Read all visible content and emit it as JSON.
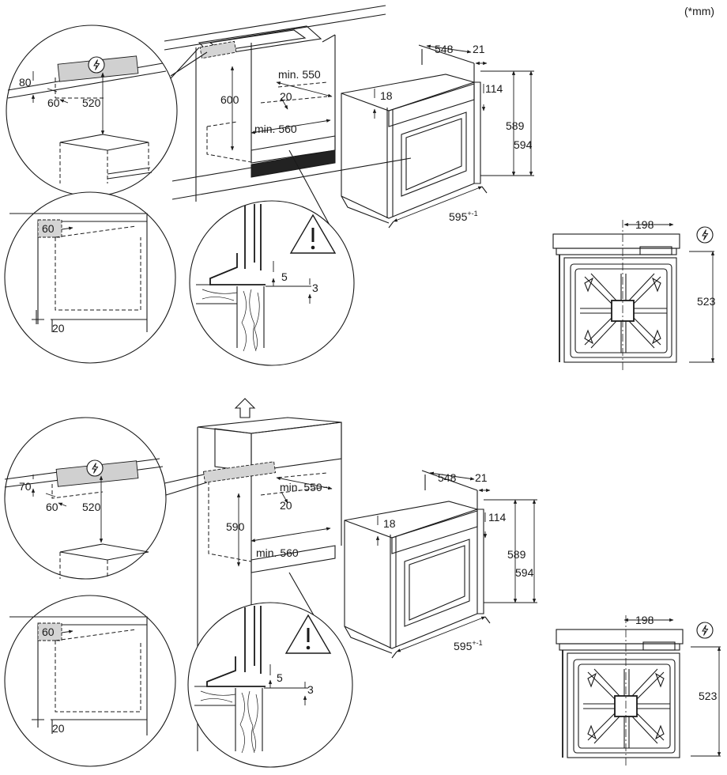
{
  "units_note": "(*mm)",
  "top_installation": {
    "callout_top_left": {
      "height_80": "80",
      "depth_60": "60",
      "height_520": "520"
    },
    "cabinet": {
      "height_600": "600",
      "min_550": "min. 550",
      "gap_20": "20",
      "min_560": "min. 560"
    },
    "oven": {
      "depth_548": "548",
      "door_21": "21",
      "top_18": "18",
      "panel_114": "114",
      "height_589": "589",
      "height_594": "594",
      "width_595": "595",
      "tolerance": "+-1"
    },
    "callout_bottom_left": {
      "label_60": "60",
      "gap_20": "20"
    },
    "callout_detail": {
      "gap_5": "5",
      "gap_3": "3"
    },
    "side_view": {
      "width_198": "198",
      "height_523": "523"
    }
  },
  "bottom_installation": {
    "callout_top_left": {
      "height_70": "70",
      "depth_60": "60",
      "height_520": "520"
    },
    "cabinet": {
      "height_590": "590",
      "min_550": "min. 550",
      "gap_20": "20",
      "min_560": "min. 560"
    },
    "oven": {
      "depth_548": "548",
      "door_21": "21",
      "top_18": "18",
      "panel_114": "114",
      "height_589": "589",
      "height_594": "594",
      "width_595": "595",
      "tolerance": "+-1"
    },
    "callout_bottom_left": {
      "label_60": "60",
      "gap_20": "20"
    },
    "callout_detail": {
      "gap_5": "5",
      "gap_3": "3"
    },
    "side_view": {
      "width_198": "198",
      "height_523": "523"
    }
  },
  "icons": [
    "electric-connection-icon",
    "warning-triangle-icon",
    "up-arrow-icon"
  ]
}
